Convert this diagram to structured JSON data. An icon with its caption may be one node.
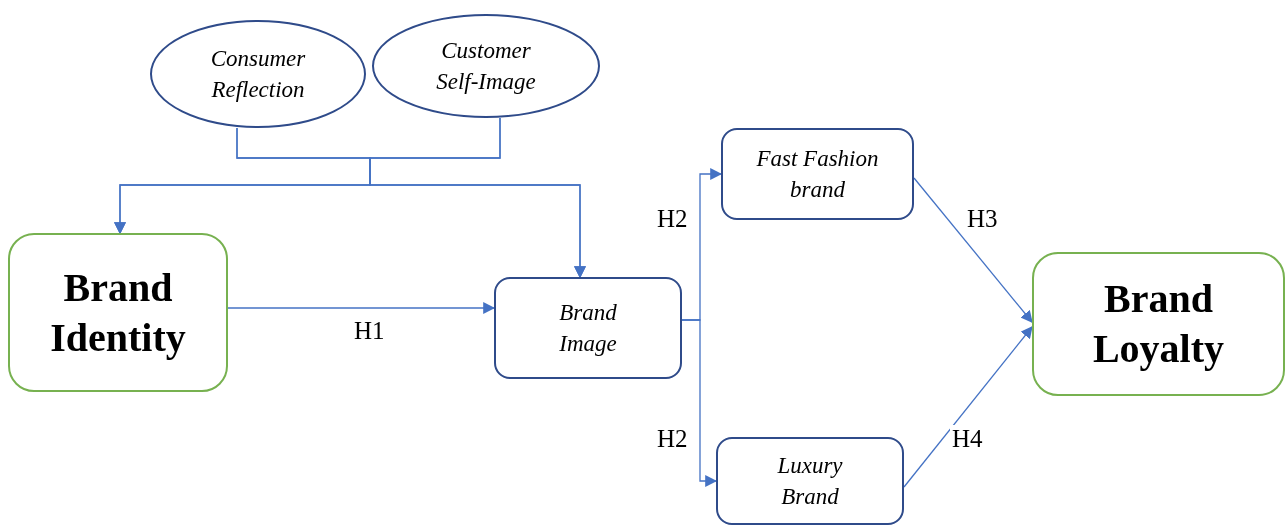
{
  "diagram": {
    "nodes": [
      {
        "text": [
          "Consumer Reflection"
        ]
      },
      {
        "text": [
          "Customer Self-Image"
        ]
      },
      {
        "text": [
          "Brand Identity"
        ]
      },
      {
        "text": [
          "Brand Image"
        ]
      },
      {
        "text": [
          "Fast Fashion brand"
        ]
      },
      {
        "text": [
          "Luxury Brand"
        ]
      },
      {
        "text": [
          "Brand Loyalty"
        ]
      }
    ],
    "edges": [
      {
        "from": 0,
        "to": 2,
        "arrow": "to"
      },
      {
        "from": 0,
        "to": 3,
        "arrow": "to"
      },
      {
        "from": 1,
        "to": 2,
        "arrow": "to"
      },
      {
        "from": 1,
        "to": 3,
        "arrow": "to"
      },
      {
        "from": 2,
        "to": 3,
        "arrow": "to",
        "label": "H1"
      },
      {
        "from": 3,
        "to": 4,
        "arrow": "to",
        "label": "H2"
      },
      {
        "from": 3,
        "to": 5,
        "arrow": "to",
        "label": "H2"
      },
      {
        "from": 4,
        "to": 6,
        "arrow": "to",
        "label": "H3"
      },
      {
        "from": 5,
        "to": 6,
        "arrow": "to",
        "label": "H4"
      }
    ]
  }
}
